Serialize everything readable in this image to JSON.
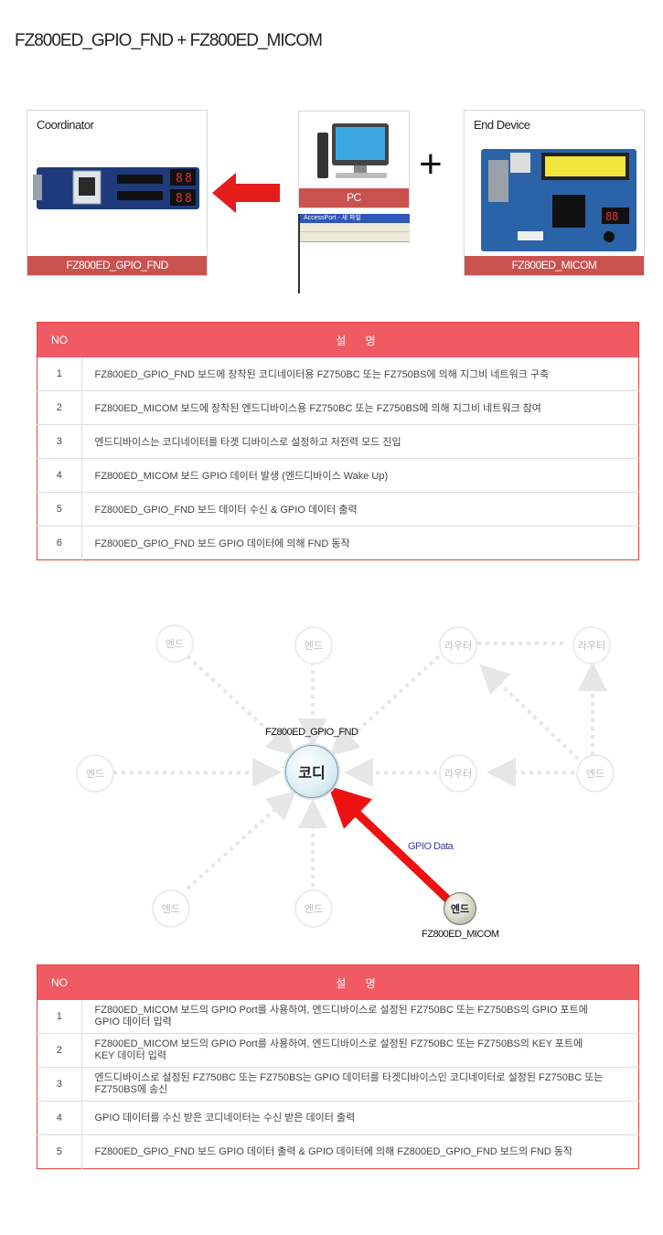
{
  "page_title": "FZ800ED_GPIO_FND + FZ800ED_MICOM",
  "hardware": {
    "coordinator": {
      "label": "Coordinator",
      "caption": "FZ800ED_GPIO_FND"
    },
    "pc": {
      "caption": "PC",
      "window_title": "AccessPort - 새 파일"
    },
    "end_device": {
      "label": "End Device",
      "caption": "FZ800ED_MICOM"
    },
    "plus_sign": "+"
  },
  "table1": {
    "headers": {
      "no": "NO",
      "desc": "설 명"
    },
    "rows": [
      {
        "no": "1",
        "text": "FZ800ED_GPIO_FND 보드에 장착된 코디네이터용 FZ750BC 또는 FZ750BS에 의해 지그비 네트워크 구축"
      },
      {
        "no": "2",
        "text": "FZ800ED_MICOM 보드에 장착된 엔드디바이스용 FZ750BC 또는 FZ750BS에 의해 지그비 네트워크 참여"
      },
      {
        "no": "3",
        "text": "엔드디바이스는 코디네이터를 타겟 디바이스로 설정하고 저전력 모드 진입"
      },
      {
        "no": "4",
        "text": "FZ800ED_MICOM 보드 GPIO 데이터 발생 (엔드디바이스 Wake Up)"
      },
      {
        "no": "5",
        "text": "FZ800ED_GPIO_FND 보드 데이터 수신 & GPIO 데이터 출력"
      },
      {
        "no": "6",
        "text": "FZ800ED_GPIO_FND 보드 GPIO 데이터에 의해 FND 동작"
      }
    ]
  },
  "diagram": {
    "coordinator_node": "코디",
    "coordinator_board": "FZ800ED_GPIO_FND",
    "end_node": "엔드",
    "end_board": "FZ800ED_MICOM",
    "arrow_label": "GPIO Data",
    "faint_nodes": [
      {
        "id": "end-top-left",
        "label": "엔드"
      },
      {
        "id": "end-top",
        "label": "엔드"
      },
      {
        "id": "router-top",
        "label": "라우터"
      },
      {
        "id": "router-top-right",
        "label": "라우터"
      },
      {
        "id": "end-left",
        "label": "엔드"
      },
      {
        "id": "router-mid",
        "label": "라우터"
      },
      {
        "id": "end-right",
        "label": "엔드"
      },
      {
        "id": "end-bottom-left",
        "label": "엔드"
      },
      {
        "id": "end-bottom",
        "label": "엔드"
      }
    ]
  },
  "table2": {
    "headers": {
      "no": "NO",
      "desc": "설 명"
    },
    "rows": [
      {
        "no": "1",
        "line1": "FZ800ED_MICOM 보드의 GPIO Port를 사용하여, 엔드디바이스로 설정된 FZ750BC 또는 FZ750BS의 GPIO 포트에",
        "line2": "GPIO 데이터 입력"
      },
      {
        "no": "2",
        "line1": "FZ800ED_MICOM 보드의 GPIO Port를 사용하여, 엔드디바이스로 설정된  FZ750BC 또는 FZ750BS의 KEY 포트에",
        "line2": "KEY 데이터 입력"
      },
      {
        "no": "3",
        "line1": "엔드디바이스로 설정된 FZ750BC 또는 FZ750BS는 GPIO 데이터를 타겟디바이스인 코디네이터로 설정된 FZ750BC 또는",
        "line2": "FZ750BS에 송신"
      },
      {
        "no": "4",
        "line1": "GPIO 데이터를 수신 받은 코디네이터는 수신 받은 데이터 출력",
        "line2": ""
      },
      {
        "no": "5",
        "line1": "FZ800ED_GPIO_FND 보드 GPIO 데이터 출력 & GPIO 데이터에 의해 FZ800ED_GPIO_FND 보드의 FND 동작",
        "line2": ""
      }
    ]
  }
}
